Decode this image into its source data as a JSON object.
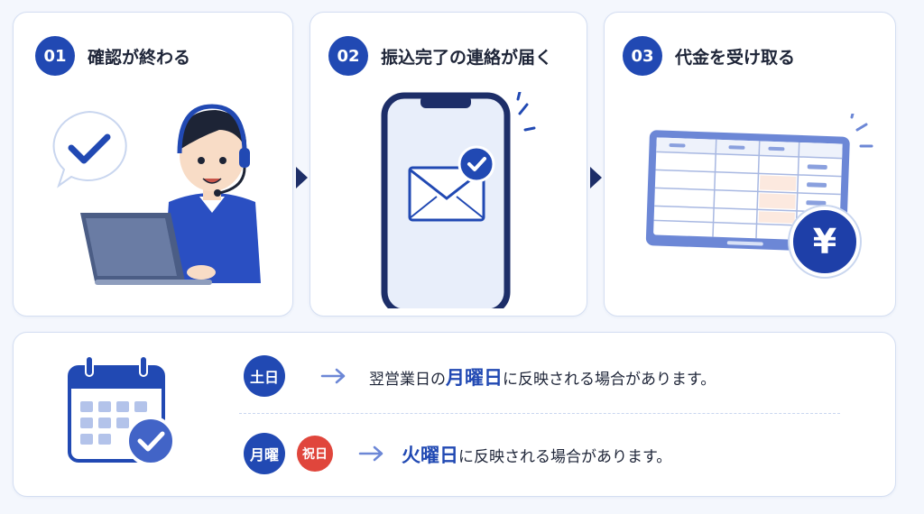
{
  "steps": [
    {
      "number": "01",
      "title": "確認が終わる"
    },
    {
      "number": "02",
      "title": "振込完了の連絡が届く"
    },
    {
      "number": "03",
      "title": "代金を受け取る"
    }
  ],
  "rows": [
    {
      "badge": "土日",
      "pre": "翌営業日の",
      "highlight": "月曜日",
      "post": "に反映される場合があります。"
    },
    {
      "badge": "月曜",
      "badge2": "祝日",
      "pre": "",
      "highlight": "火曜日",
      "post": "に反映される場合があります。"
    }
  ],
  "currency_symbol": "¥",
  "colors": {
    "primary": "#2149b3",
    "holiday": "#e0463c",
    "accent_light": "#dbe4f7"
  },
  "icons": [
    "check-bubble-icon",
    "operator-with-laptop",
    "smartphone-mail-icon",
    "tablet-table-icon",
    "yen-coin-icon",
    "calendar-check-icon",
    "arrow-right-icon"
  ]
}
